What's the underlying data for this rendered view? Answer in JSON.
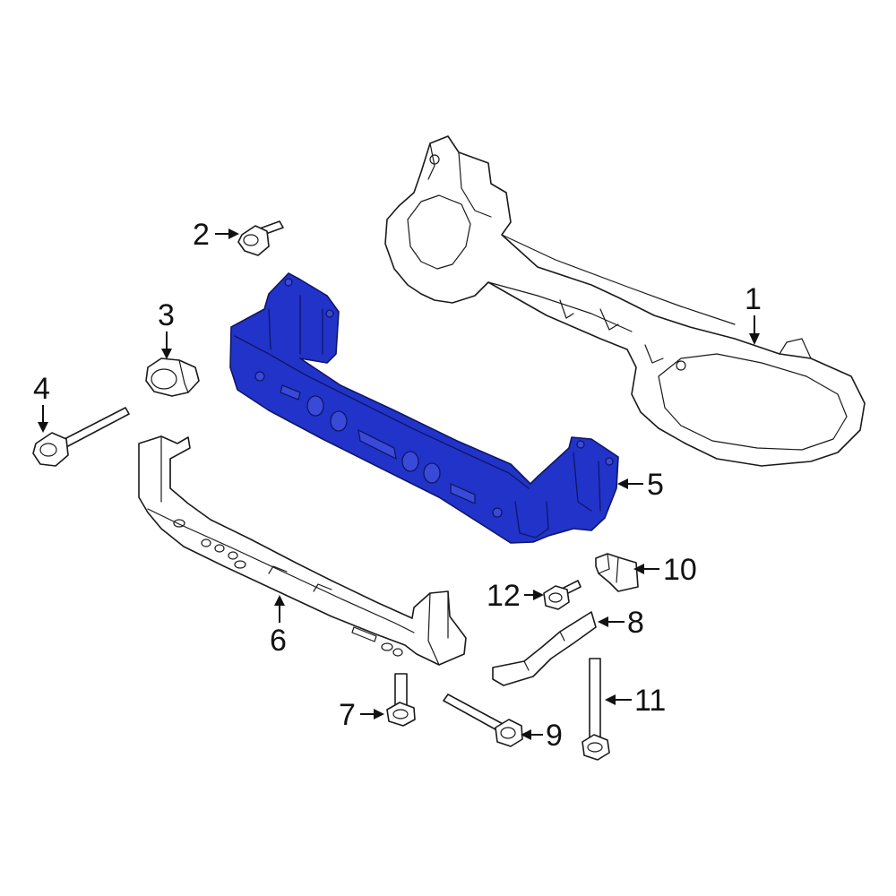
{
  "highlight_color": "#2233c9",
  "callouts": [
    {
      "id": "1",
      "label": "1"
    },
    {
      "id": "2",
      "label": "2"
    },
    {
      "id": "3",
      "label": "3"
    },
    {
      "id": "4",
      "label": "4"
    },
    {
      "id": "5",
      "label": "5"
    },
    {
      "id": "6",
      "label": "6"
    },
    {
      "id": "7",
      "label": "7"
    },
    {
      "id": "8",
      "label": "8"
    },
    {
      "id": "9",
      "label": "9"
    },
    {
      "id": "10",
      "label": "10"
    },
    {
      "id": "11",
      "label": "11"
    },
    {
      "id": "12",
      "label": "12"
    }
  ],
  "highlighted_part": "5"
}
